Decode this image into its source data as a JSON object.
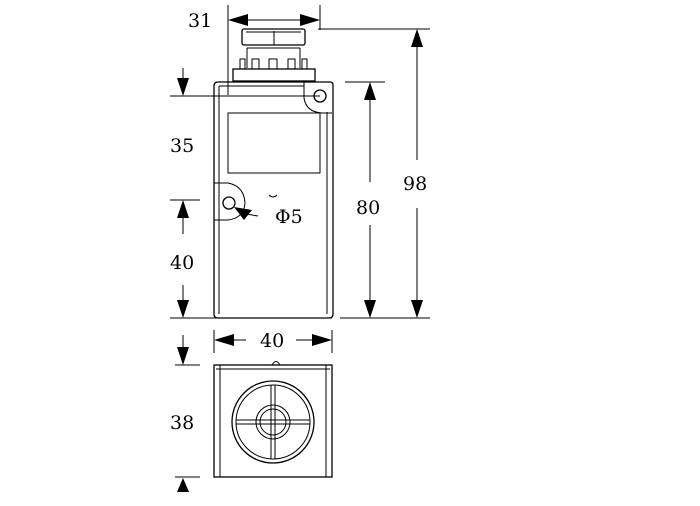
{
  "title": "Limit switch dimension drawing",
  "dimensions": {
    "cap_width": "31",
    "ear_to_hole": "35",
    "hole_to_bottom": "40",
    "body_height": "80",
    "total_height": "98",
    "hole_diameter": "Φ5",
    "body_width": "40",
    "body_depth": "38"
  },
  "colors": {
    "line": "#000000",
    "background": "#ffffff"
  }
}
